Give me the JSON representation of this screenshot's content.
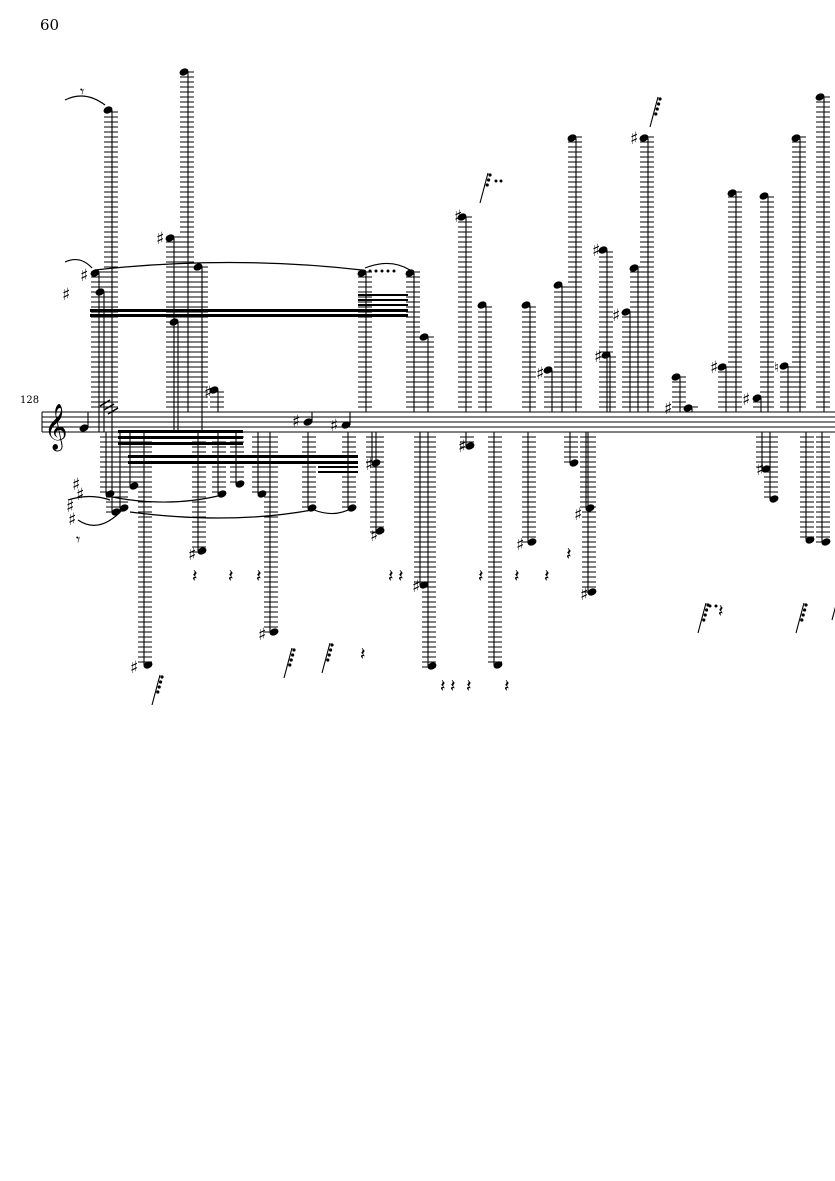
{
  "page": {
    "number": "60"
  },
  "score": {
    "measure_number": "128",
    "clef": "treble",
    "staff_lines": 5
  },
  "glyphs": {
    "treble_clef": "𝄞",
    "sharp": "♯",
    "natural": "♮",
    "quarter_rest": "𝄽",
    "eighth_rest": "𝄾"
  }
}
